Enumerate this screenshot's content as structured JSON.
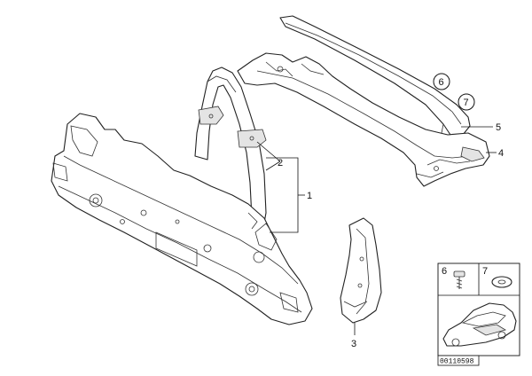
{
  "callouts": {
    "c1": "1",
    "c2": "2",
    "c3": "3",
    "c4": "4",
    "c5": "5",
    "c6": "6",
    "c7": "7"
  },
  "legend": {
    "label_6": "6",
    "label_7": "7"
  },
  "diagram_id": "00110598",
  "colors": {
    "line": "#222222",
    "background": "#ffffff"
  }
}
